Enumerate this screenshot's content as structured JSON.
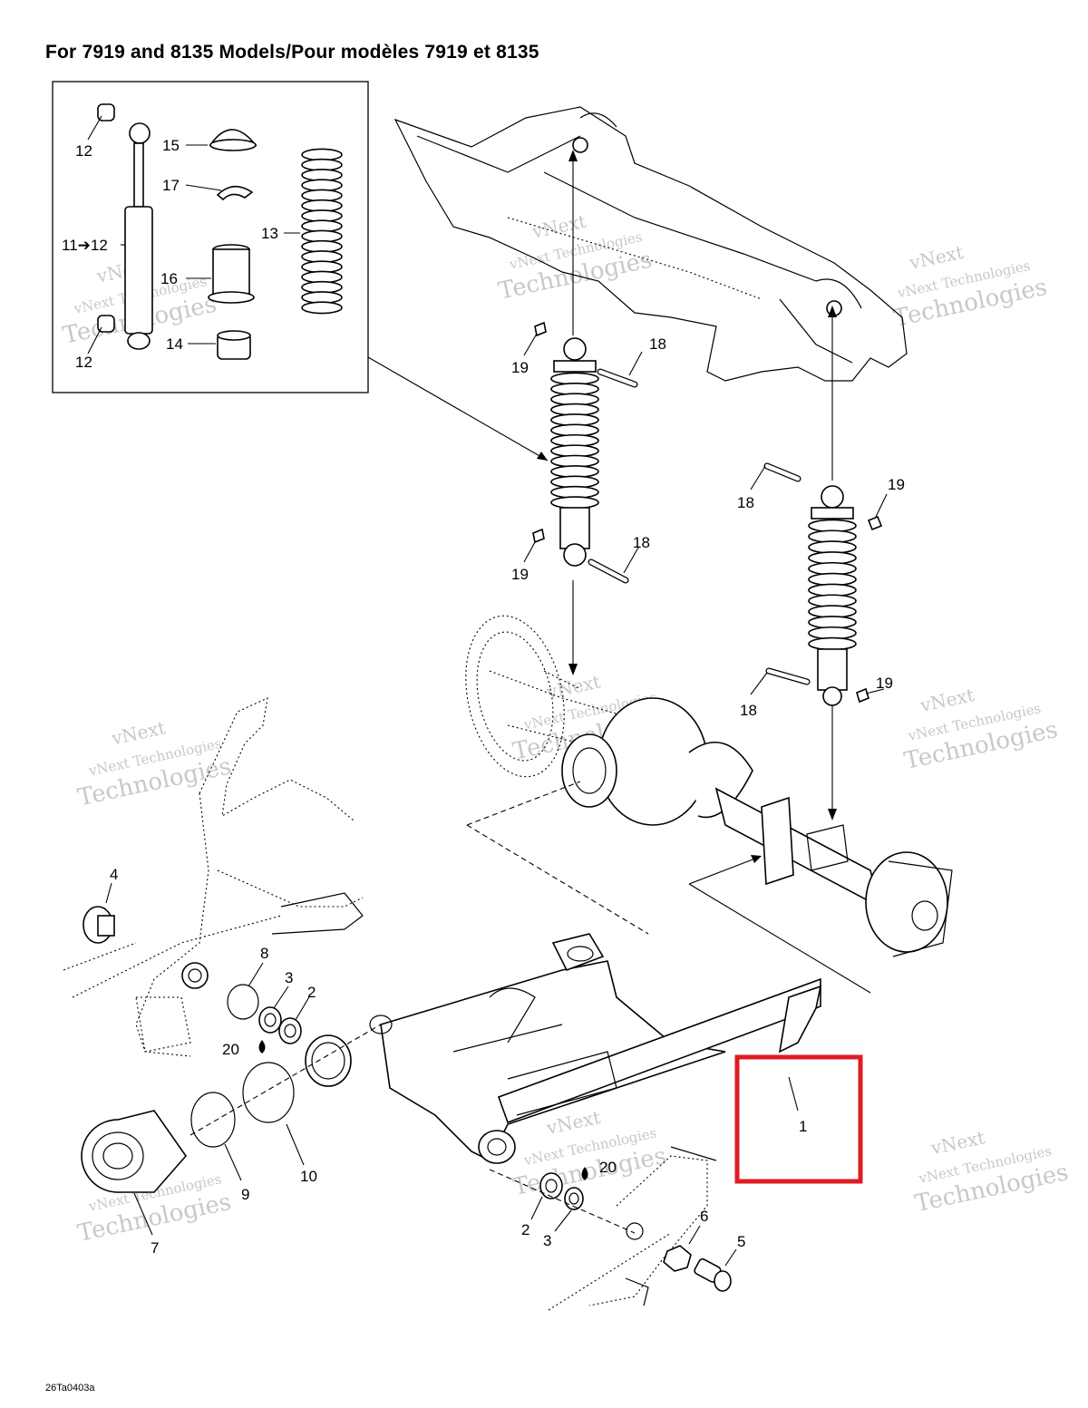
{
  "header": {
    "title": "For 7919 and 8135 Models/Pour modèles 7919 et 8135"
  },
  "figure_code": "26Ta0403a",
  "watermark": {
    "line1": "vNext",
    "line2": "vNext Technologies",
    "line3": "Technologies"
  },
  "callouts": {
    "c1": "1",
    "c2a": "2",
    "c2b": "2",
    "c3a": "3",
    "c3b": "3",
    "c4": "4",
    "c5": "5",
    "c6": "6",
    "c7": "7",
    "c8": "8",
    "c9": "9",
    "c10": "10",
    "c11": "11➔12",
    "c12a": "12",
    "c12b": "12",
    "c13": "13",
    "c14": "14",
    "c15": "15",
    "c16": "16",
    "c17": "17",
    "c18a": "18",
    "c18b": "18",
    "c18c": "18",
    "c18d": "18",
    "c19a": "19",
    "c19b": "19",
    "c19c": "19",
    "c19d": "19",
    "c20a": "20",
    "c20b": "20"
  },
  "highlight": {
    "color": "#e01b24"
  }
}
